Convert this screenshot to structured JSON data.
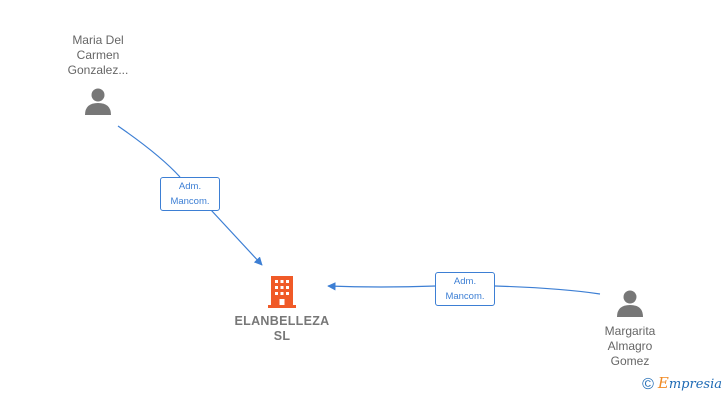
{
  "nodes": {
    "person_top": {
      "name_lines": [
        "Maria Del",
        "Carmen",
        "Gonzalez..."
      ],
      "icon": "person-icon"
    },
    "person_right": {
      "name_lines": [
        "Margarita",
        "Almagro",
        "Gomez"
      ],
      "icon": "person-icon"
    },
    "company": {
      "name_lines": [
        "ELANBELLEZA",
        "SL"
      ],
      "icon": "building-icon"
    }
  },
  "edges": [
    {
      "from": "person_top",
      "to": "company",
      "label_lines": [
        "Adm.",
        "Mancom."
      ]
    },
    {
      "from": "person_right",
      "to": "company",
      "label_lines": [
        "Adm.",
        "Mancom."
      ]
    }
  ],
  "watermark": {
    "symbol": "©",
    "brand_first": "E",
    "brand_rest": "mpresia"
  },
  "colors": {
    "edge": "#3d7fd4",
    "person": "#777777",
    "company": "#f05a28",
    "text": "#666666"
  }
}
